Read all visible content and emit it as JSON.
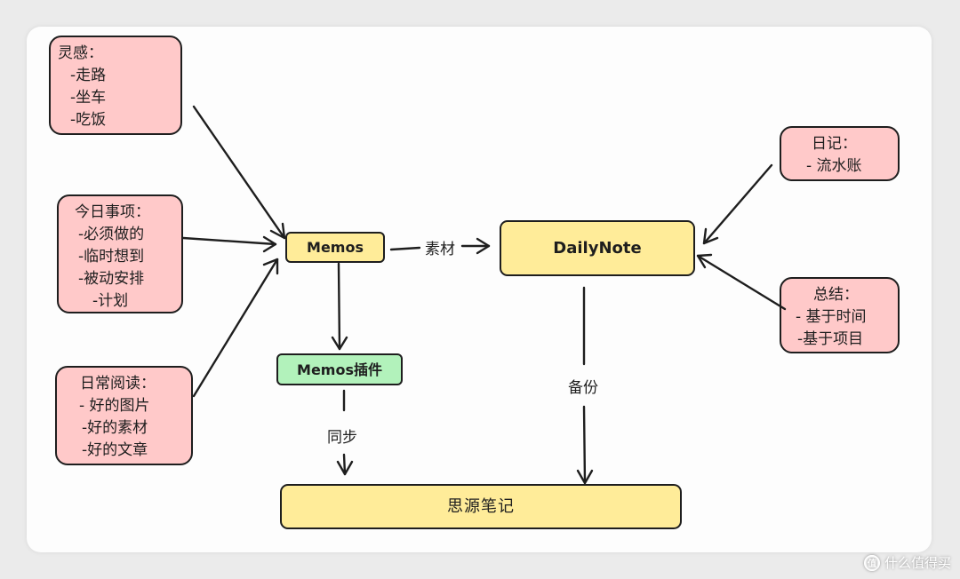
{
  "notes": {
    "inspiration": {
      "title": "灵感：",
      "items": [
        "-走路",
        "-坐车",
        "-吃饭"
      ]
    },
    "today": {
      "title": "今日事项：",
      "items": [
        "-必须做的",
        "-临时想到",
        "-被动安排",
        "-计划"
      ]
    },
    "reading": {
      "title": "日常阅读：",
      "items": [
        "- 好的图片",
        "-好的素材",
        "-好的文章"
      ]
    },
    "diary": {
      "title": "日记：",
      "items": [
        "- 流水账"
      ]
    },
    "summary": {
      "title": "总结：",
      "items": [
        "- 基于时间",
        "-基于项目"
      ]
    }
  },
  "boxes": {
    "memos": "Memos",
    "dailynote": "DailyNote",
    "plugin": "Memos插件",
    "siyuan": "思源笔记"
  },
  "edge_labels": {
    "material": "素材",
    "sync": "同步",
    "backup": "备份"
  },
  "colors": {
    "note_fill": "#ffc9c9",
    "box_fill": "#ffec99",
    "plugin_fill": "#b2f2bb",
    "stroke": "#1e1e1e"
  },
  "watermark": {
    "icon": "值",
    "text": "什么值得买"
  }
}
